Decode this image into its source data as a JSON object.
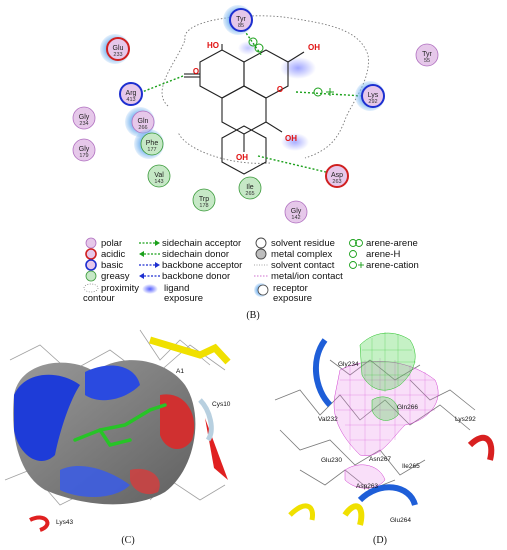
{
  "residues": [
    {
      "name": "Tyr",
      "num": "85",
      "type": "polar",
      "ring": "#1d2fd0",
      "halo": true
    },
    {
      "name": "Glu",
      "num": "233",
      "type": "acidic",
      "ring": "#d02020",
      "halo": true
    },
    {
      "name": "Tyr",
      "num": "55",
      "type": "polar",
      "ring": "none",
      "halo": false
    },
    {
      "name": "Arg",
      "num": "413",
      "type": "basic",
      "ring": "#1d2fd0",
      "halo": false
    },
    {
      "name": "Lys",
      "num": "292",
      "type": "basic",
      "ring": "#1d2fd0",
      "halo": true
    },
    {
      "name": "Gly",
      "num": "234",
      "type": "polar",
      "ring": "none",
      "halo": false
    },
    {
      "name": "Gln",
      "num": "266",
      "type": "polar",
      "ring": "none",
      "halo": true
    },
    {
      "name": "Gly",
      "num": "179",
      "type": "polar",
      "ring": "none",
      "halo": false
    },
    {
      "name": "Phe",
      "num": "177",
      "type": "greasy",
      "ring": "none",
      "halo": true
    },
    {
      "name": "Val",
      "num": "143",
      "type": "greasy",
      "ring": "none",
      "halo": false
    },
    {
      "name": "Asp",
      "num": "263",
      "type": "acidic",
      "ring": "#d02020",
      "halo": false
    },
    {
      "name": "Ile",
      "num": "265",
      "type": "greasy",
      "ring": "none",
      "halo": false
    },
    {
      "name": "Trp",
      "num": "178",
      "type": "greasy",
      "ring": "none",
      "halo": false
    },
    {
      "name": "Gly",
      "num": "142",
      "type": "polar",
      "ring": "none",
      "halo": false
    }
  ],
  "atoms": {
    "ho_top": "HO",
    "oh_right": "OH",
    "o_carbonyl": "O",
    "o_ring": "O",
    "oh_mid": "OH",
    "oh_bottom": "OH"
  },
  "legend": {
    "polar": "polar",
    "acidic": "acidic",
    "basic": "basic",
    "greasy": "greasy",
    "proximity": "proximity\ncontour",
    "sidechain_acceptor": "sidechain acceptor",
    "sidechain_donor": "sidechain donor",
    "backbone_acceptor": "backbone acceptor",
    "backbone_donor": "backbone donor",
    "ligand_exposure": "ligand\nexposure",
    "solvent_residue": "solvent residue",
    "metal_complex": "metal complex",
    "solvent_contact": "solvent contact",
    "metal_contact": "metal/ion contact",
    "receptor_exposure": "receptor\nexposure",
    "arene_arene": "arene-arene",
    "arene_h": "arene-H",
    "arene_cation": "arene-cation"
  },
  "panels": {
    "b": "(B)",
    "c": "(C)",
    "d": "(D)"
  },
  "panel_c_labels": {
    "a1": "A1",
    "cys": "Cys10",
    "lys": "Lys43"
  },
  "panel_d_labels": {
    "gly234": "Gly234",
    "gln266": "Gln266",
    "lys292": "Lys292",
    "val232": "Val232",
    "glu230": "Glu230",
    "asn267": "Asn267",
    "ile265": "Ile265",
    "asp263": "Asp263",
    "glu264": "Glu264"
  },
  "colors": {
    "polar_fill": "#e6c8ea",
    "acidic_fill": "#e6c8ea",
    "basic_fill": "#e6c8ea",
    "greasy_fill": "#c6e8c6",
    "halo": "#7fb8f0",
    "hbond": "#1aa01a",
    "acid_ring": "#d02020",
    "base_ring": "#1d2fd0"
  }
}
